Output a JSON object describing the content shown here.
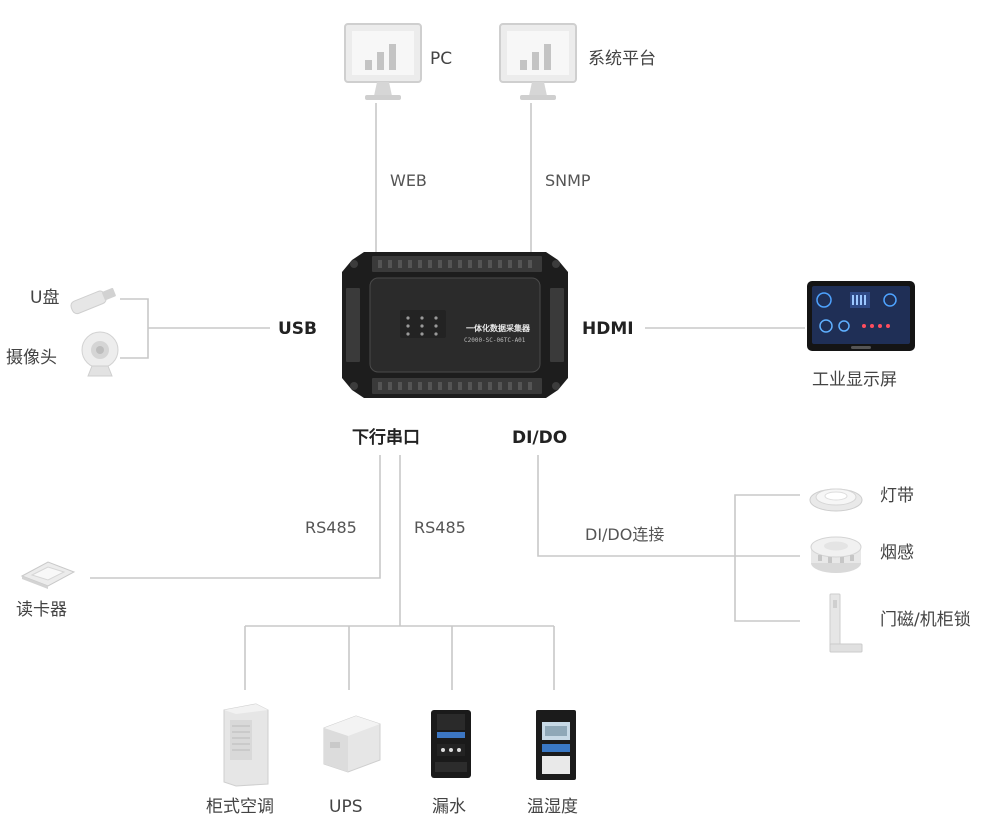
{
  "colors": {
    "line": "#c8c8c8",
    "device_body": "#1d1d1d",
    "device_panel": "#2e2e2e",
    "screen_blue": "#1f2f56",
    "icon_light": "#e9e9e9",
    "icon_mid": "#bdbdbd"
  },
  "top": {
    "pc": "PC",
    "platform": "系统平台",
    "web": "WEB",
    "snmp": "SNMP"
  },
  "left": {
    "usb_disk": "U盘",
    "camera": "摄像头",
    "usb": "USB"
  },
  "right": {
    "hdmi": "HDMI",
    "display": "工业显示屏"
  },
  "device": {
    "title": "一体化数据采集器",
    "model": "C2000-SC-06TC-A01"
  },
  "ports": {
    "downlink_serial": "下行串口",
    "dido": "DI/DO"
  },
  "serial": {
    "rs485_a": "RS485",
    "rs485_b": "RS485",
    "card_reader": "读卡器",
    "ac": "柜式空调",
    "ups": "UPS",
    "leak": "漏水",
    "temp_humidity": "温湿度"
  },
  "dido_side": {
    "connect": "DI/DO连接",
    "light_strip": "灯带",
    "smoke": "烟感",
    "door": "门磁/机柜锁"
  },
  "icons": {
    "pc": "monitor-chart-icon",
    "platform": "monitor-chart-icon",
    "usb_disk": "usb-drive-icon",
    "camera": "camera-icon",
    "display": "touch-panel-icon",
    "card_reader": "card-reader-icon",
    "ac": "cabinet-ac-icon",
    "ups": "ups-icon",
    "leak": "leak-sensor-icon",
    "temp_humidity": "thermo-hygrometer-icon",
    "light_strip": "light-strip-icon",
    "smoke": "smoke-detector-icon",
    "door": "door-sensor-icon"
  }
}
